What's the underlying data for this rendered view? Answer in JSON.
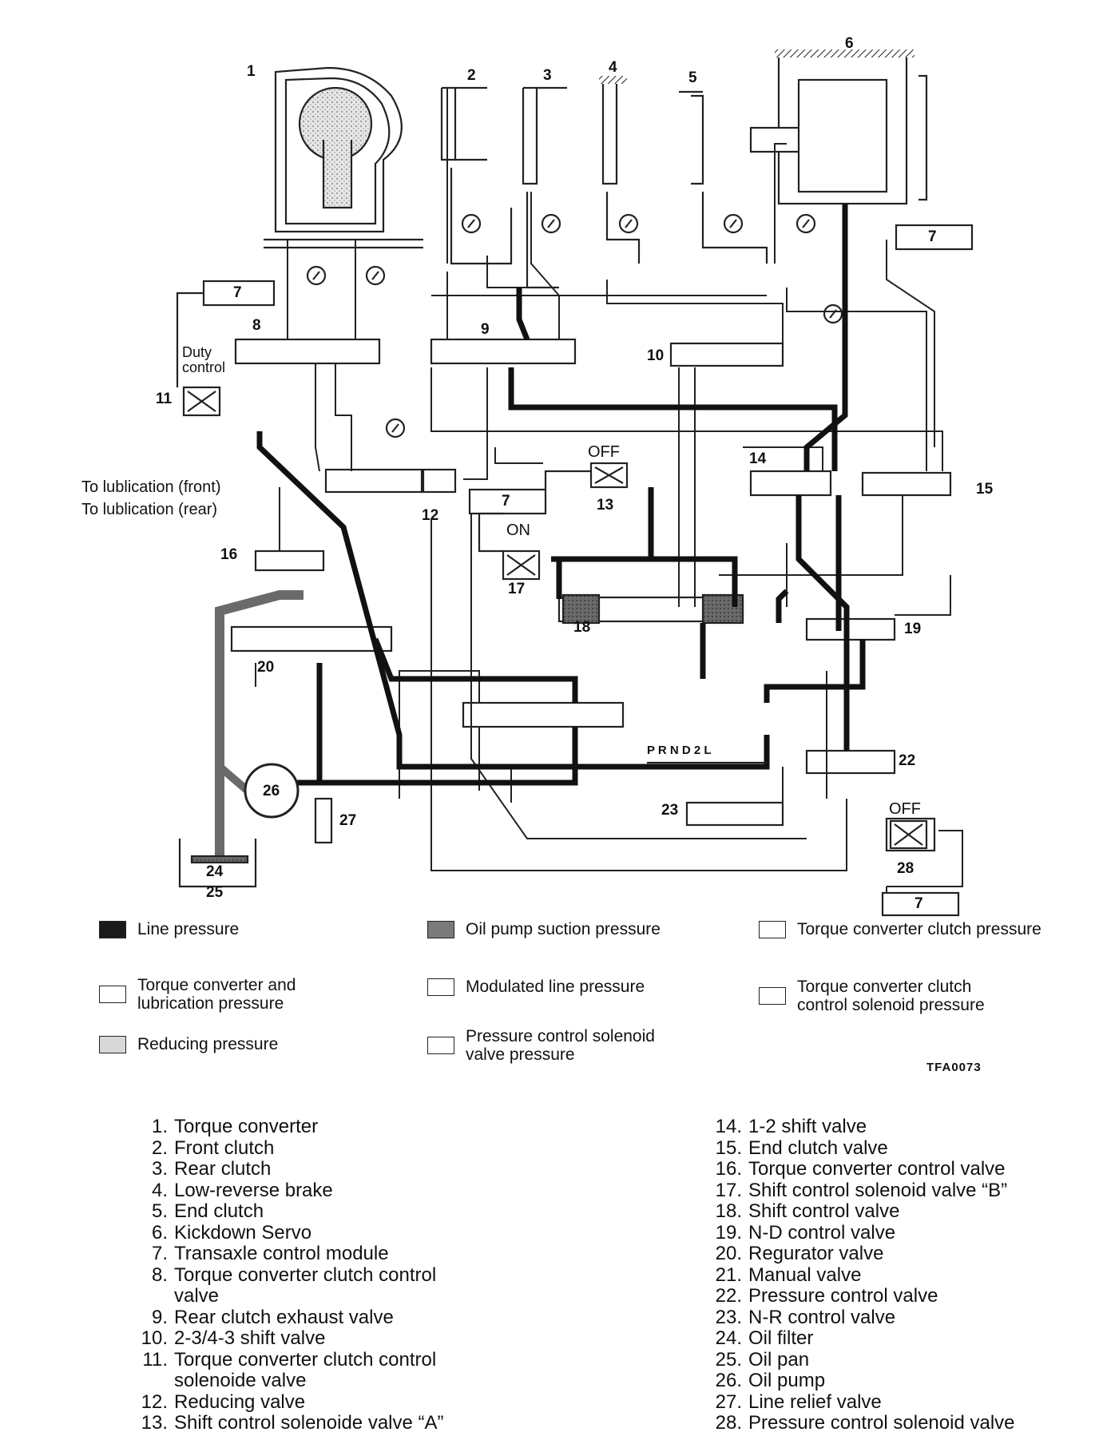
{
  "component_numbers": [
    "1",
    "2",
    "3",
    "4",
    "5",
    "6",
    "7",
    "7",
    "7",
    "7",
    "8",
    "9",
    "10",
    "11",
    "12",
    "13",
    "14",
    "15",
    "16",
    "17",
    "18",
    "19",
    "20",
    "22",
    "23",
    "24",
    "25",
    "26",
    "27",
    "28"
  ],
  "labels": {
    "duty_control": "Duty control",
    "to_lub_front": "To lublication (front)",
    "to_lub_rear": "To lublication (rear)",
    "off_13": "OFF",
    "on_17": "ON",
    "off_28": "OFF",
    "selector": "P R N D 2 L"
  },
  "legend": [
    {
      "label": "Line pressure",
      "fill": "#1a1a1a"
    },
    {
      "label": "Oil pump suction pressure",
      "fill": "#7a7a7a"
    },
    {
      "label": "Torque converter clutch pressure",
      "fill": "#ffffff"
    },
    {
      "label": "Torque converter and\nlubrication pressure",
      "fill": "#ffffff"
    },
    {
      "label": "Modulated line pressure",
      "fill": "#ffffff"
    },
    {
      "label": "Torque converter clutch\ncontrol solenoid pressure",
      "fill": "#ffffff"
    },
    {
      "label": "Reducing pressure",
      "fill": "#d8d8d8"
    },
    {
      "label": "Pressure control solenoid\nvalve pressure",
      "fill": "#ffffff"
    }
  ],
  "figure_code": "TFA0073",
  "parts_left": [
    {
      "n": "1.",
      "t": "Torque converter"
    },
    {
      "n": "2.",
      "t": "Front clutch"
    },
    {
      "n": "3.",
      "t": "Rear clutch"
    },
    {
      "n": "4.",
      "t": "Low-reverse brake"
    },
    {
      "n": "5.",
      "t": "End clutch"
    },
    {
      "n": "6.",
      "t": "Kickdown Servo"
    },
    {
      "n": "7.",
      "t": "Transaxle control module"
    },
    {
      "n": "8.",
      "t": "Torque converter clutch control\nvalve"
    },
    {
      "n": "9.",
      "t": "Rear clutch exhaust valve"
    },
    {
      "n": "10.",
      "t": "2-3/4-3 shift valve"
    },
    {
      "n": "11.",
      "t": "Torque converter clutch control\nsolenoide valve"
    },
    {
      "n": "12.",
      "t": "Reducing valve"
    },
    {
      "n": "13.",
      "t": "Shift control solenoide valve “A”"
    }
  ],
  "parts_right": [
    {
      "n": "14.",
      "t": "1-2 shift valve"
    },
    {
      "n": "15.",
      "t": "End clutch valve"
    },
    {
      "n": "16.",
      "t": "Torque converter control valve"
    },
    {
      "n": "17.",
      "t": "Shift control solenoid valve “B”"
    },
    {
      "n": "18.",
      "t": "Shift control valve"
    },
    {
      "n": "19.",
      "t": "N-D control valve"
    },
    {
      "n": "20.",
      "t": "Regurator valve"
    },
    {
      "n": "21.",
      "t": "Manual valve"
    },
    {
      "n": "22.",
      "t": "Pressure control valve"
    },
    {
      "n": "23.",
      "t": "N-R control valve"
    },
    {
      "n": "24.",
      "t": "Oil filter"
    },
    {
      "n": "25.",
      "t": "Oil pan"
    },
    {
      "n": "26.",
      "t": "Oil pump"
    },
    {
      "n": "27.",
      "t": "Line relief valve"
    },
    {
      "n": "28.",
      "t": "Pressure control solenoid valve"
    }
  ]
}
